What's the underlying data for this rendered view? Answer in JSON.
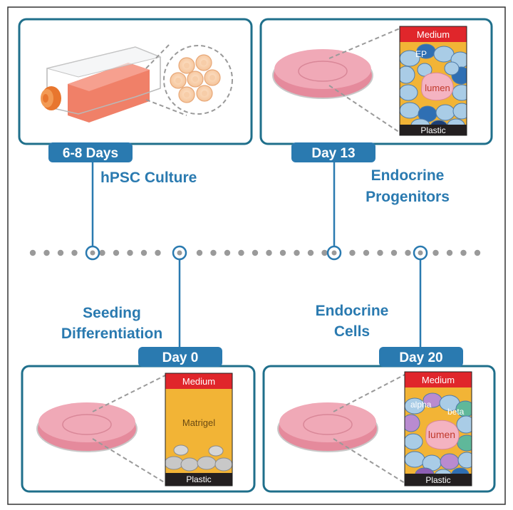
{
  "stages": {
    "hpsc": {
      "badge": "6-8 Days",
      "title": "hPSC Culture"
    },
    "day13": {
      "badge": "Day 13",
      "title_line1": "Endocrine",
      "title_line2": "Progenitors",
      "panel_top": "Medium",
      "panel_bottom": "Plastic",
      "ep": "EP",
      "lumen": "lumen"
    },
    "day0": {
      "badge": "Day 0",
      "title_line1": "Seeding",
      "title_line2": "Differentiation",
      "panel_top": "Medium",
      "panel_mid": "Matrigel",
      "panel_bottom": "Plastic"
    },
    "day20": {
      "badge": "Day 20",
      "title_line1": "Endocrine",
      "title_line2": "Cells",
      "panel_top": "Medium",
      "panel_bottom": "Plastic",
      "alpha": "alpha",
      "beta": "beta",
      "lumen": "lumen"
    }
  },
  "colors": {
    "accent": "#2a7ab0",
    "box_border": "#1f6f8b",
    "medium_red": "#e0262b",
    "matrigel_orange": "#f2b436",
    "plastic_black": "#231f20",
    "dish_pink": "#e58a9c",
    "cell_blue": "#a9cce6",
    "lumen_pink": "#f4b3c1",
    "timeline_dot": "#9a9a9a"
  }
}
